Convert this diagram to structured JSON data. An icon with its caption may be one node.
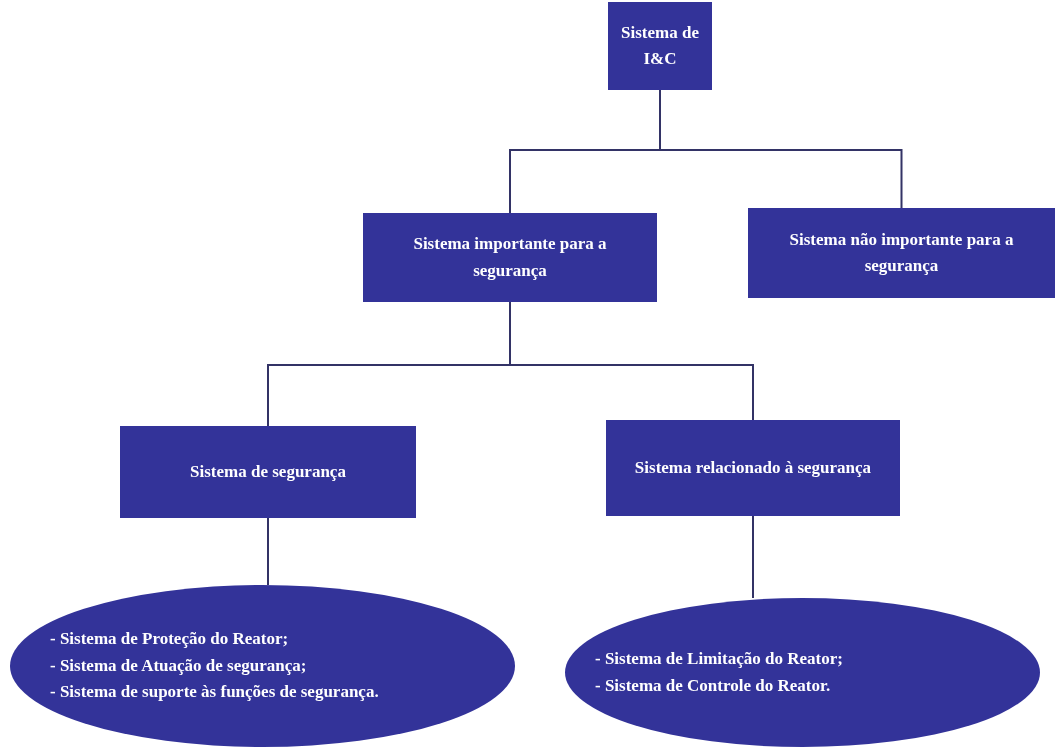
{
  "diagram": {
    "nodes": [
      {
        "text": [
          "Sistema de I&C"
        ]
      },
      {
        "text": [
          "Sistema importante para a segurança"
        ]
      },
      {
        "text": [
          "Sistema não importante para a segurança"
        ]
      },
      {
        "text": [
          "Sistema de segurança"
        ]
      },
      {
        "text": [
          "Sistema relacionado à segurança"
        ]
      },
      {
        "text": [
          "- Sistema de Proteção do Reator;",
          "- Sistema de Atuação de segurança;",
          "- Sistema de suporte às funções de segurança."
        ]
      },
      {
        "text": [
          "- Sistema de Limitação do Reator;",
          "- Sistema de Controle do Reator."
        ]
      }
    ],
    "edges": [
      {
        "from": 0,
        "to": 1,
        "arrow": "none"
      },
      {
        "from": 0,
        "to": 2,
        "arrow": "none"
      },
      {
        "from": 1,
        "to": 3,
        "arrow": "none"
      },
      {
        "from": 1,
        "to": 4,
        "arrow": "none"
      },
      {
        "from": 3,
        "to": 5,
        "arrow": "none"
      },
      {
        "from": 4,
        "to": 6,
        "arrow": "none"
      }
    ]
  }
}
